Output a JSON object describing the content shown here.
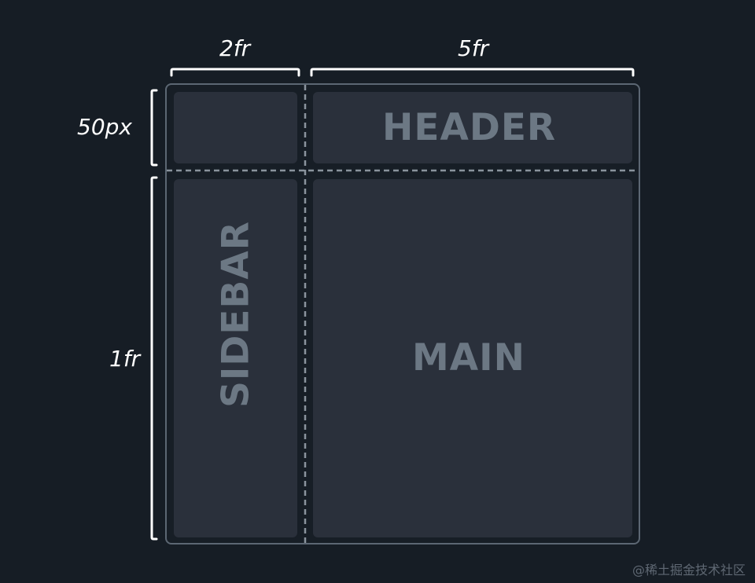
{
  "colors": {
    "background": "#161d25",
    "cell_fill": "#2a303b",
    "container_stroke": "#5c6773",
    "grid_line": "#8a939d",
    "label_fill": "#6c7884",
    "bracket": "#ffffff"
  },
  "columns": {
    "sidebar_track": "2fr",
    "main_track": "5fr"
  },
  "rows": {
    "header_track": "50px",
    "main_track": "1fr"
  },
  "areas": {
    "header": "HEADER",
    "sidebar": "SIDEBAR",
    "main": "MAIN"
  },
  "watermark": "@稀土掘金技术社区"
}
